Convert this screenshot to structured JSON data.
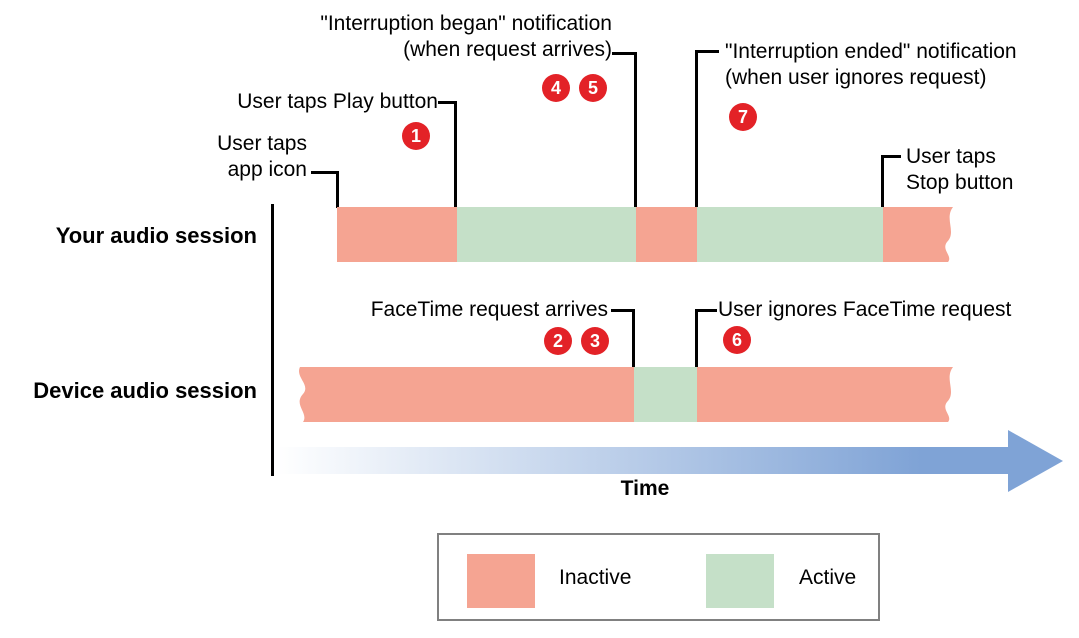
{
  "colors": {
    "inactive": "#F5A492",
    "active": "#C5E0C8",
    "badge": "#E32227",
    "arrow": "#7FA3D6",
    "line": "#000000",
    "legend_border": "#808080"
  },
  "annotations": {
    "interruption_began": {
      "line1": "\"Interruption began\" notification",
      "line2": "(when request arrives)"
    },
    "interruption_ended": {
      "line1": "\"Interruption ended\" notification",
      "line2": "(when user ignores request)"
    },
    "user_taps_play": "User taps Play button",
    "user_taps_app_icon": {
      "line1": "User taps",
      "line2": "app icon"
    },
    "user_taps_stop": {
      "line1": "User taps",
      "line2": "Stop button"
    },
    "facetime_request_arrives": "FaceTime request arrives",
    "user_ignores_facetime": "User ignores FaceTime request"
  },
  "rows": {
    "your_audio_session": {
      "label": "Your audio session",
      "segments": [
        "inactive",
        "active",
        "inactive",
        "active",
        "inactive"
      ],
      "right_edge": "torn"
    },
    "device_audio_session": {
      "label": "Device audio session",
      "segments": [
        "inactive",
        "active",
        "inactive"
      ],
      "left_edge": "torn",
      "right_edge": "torn"
    }
  },
  "badges": [
    {
      "number": "1"
    },
    {
      "number": "2"
    },
    {
      "number": "3"
    },
    {
      "number": "4"
    },
    {
      "number": "5"
    },
    {
      "number": "6"
    },
    {
      "number": "7"
    }
  ],
  "time_axis": {
    "label": "Time"
  },
  "legend": {
    "inactive_label": "Inactive",
    "active_label": "Active"
  }
}
